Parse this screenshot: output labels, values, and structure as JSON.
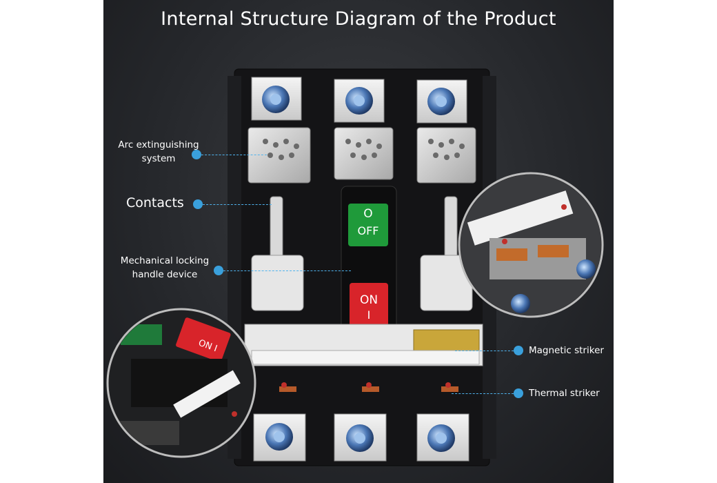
{
  "title": "Internal Structure Diagram of the Product",
  "labels": {
    "arc_line1": "Arc extinguishing",
    "arc_line2": "system",
    "contacts": "Contacts",
    "mech_line1": "Mechanical locking",
    "mech_line2": "handle device",
    "magnetic": "Magnetic striker",
    "thermal": "Thermal striker"
  },
  "handle": {
    "off_symbol": "O",
    "off_text": "OFF",
    "on_text": "ON",
    "on_symbol": "I"
  },
  "inset_handle_text": "ON I",
  "colors": {
    "accent": "#3aa0dc",
    "off_button": "#1f9a3a",
    "on_button": "#d8242a",
    "background": "#27292d"
  }
}
